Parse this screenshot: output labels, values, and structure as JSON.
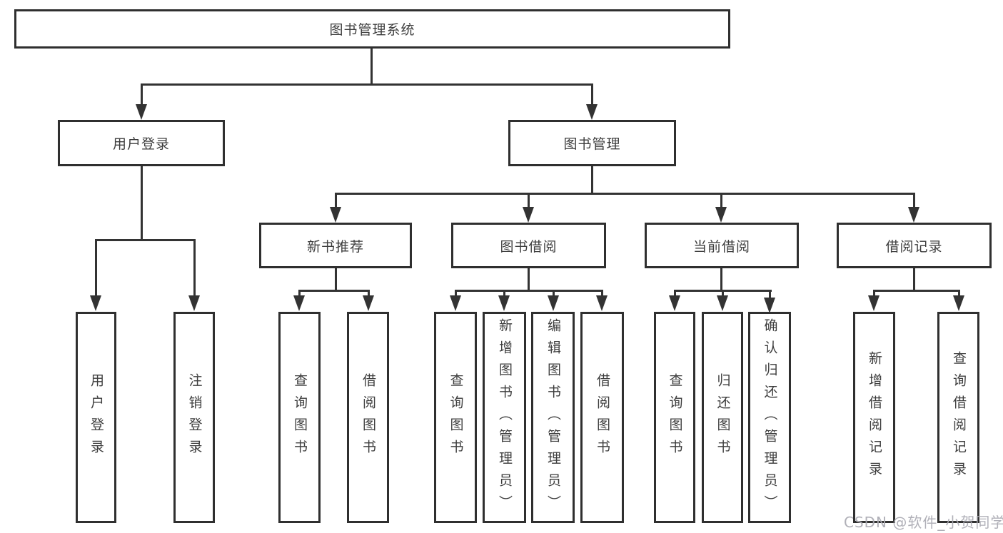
{
  "colors": {
    "line": "#333333",
    "border": "#2f2f2f",
    "text": "#3d3d3d",
    "watermark": "#aaaab2",
    "background": "#ffffff"
  },
  "watermark": {
    "text": "CSDN @软件_小贺同学"
  },
  "tree": {
    "label": "图书管理系统",
    "children": [
      {
        "label": "用户登录",
        "children": [
          {
            "label": "用户登录"
          },
          {
            "label": "注销登录"
          }
        ]
      },
      {
        "label": "图书管理",
        "children": [
          {
            "label": "新书推荐",
            "children": [
              {
                "label": "查询图书"
              },
              {
                "label": "借阅图书"
              }
            ]
          },
          {
            "label": "图书借阅",
            "children": [
              {
                "label": "查询图书"
              },
              {
                "label": "新增图书（管理员）"
              },
              {
                "label": "编辑图书（管理员）"
              },
              {
                "label": "借阅图书"
              }
            ]
          },
          {
            "label": "当前借阅",
            "children": [
              {
                "label": "查询图书"
              },
              {
                "label": "归还图书"
              },
              {
                "label": "确认归还（管理员）"
              }
            ]
          },
          {
            "label": "借阅记录",
            "children": [
              {
                "label": "新增借阅记录"
              },
              {
                "label": "查询借阅记录"
              }
            ]
          }
        ]
      }
    ]
  }
}
